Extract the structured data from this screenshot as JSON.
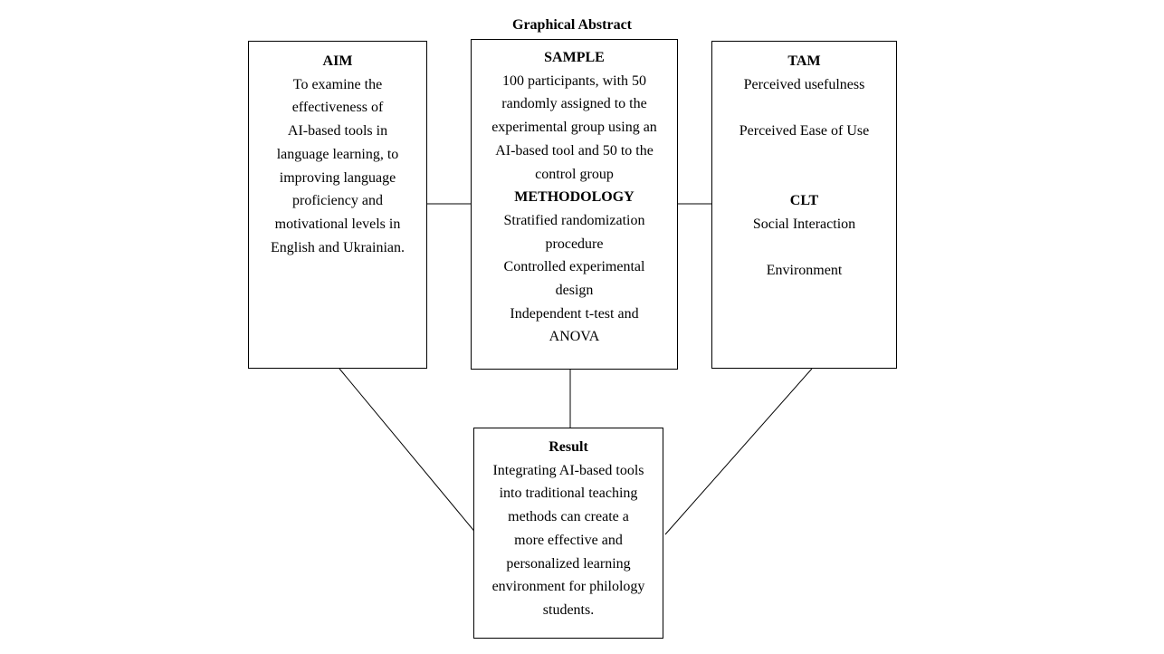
{
  "title": "Graphical Abstract",
  "aim": {
    "heading": "AIM",
    "lines": [
      "To examine the",
      "effectiveness of",
      "AI-based tools in",
      "language learning, to",
      "improving language",
      "proficiency and",
      "motivational levels in",
      "English and Ukrainian."
    ]
  },
  "sample": {
    "heading": "SAMPLE",
    "lines": [
      "100 participants, with 50",
      "randomly assigned to the",
      "experimental group using an",
      "AI-based tool and 50 to the",
      "control group"
    ]
  },
  "methodology": {
    "heading": "METHODOLOGY",
    "lines": [
      "Stratified randomization",
      "procedure",
      "Controlled experimental",
      "design",
      "Independent t-test and",
      "ANOVA"
    ]
  },
  "tam": {
    "heading": "TAM",
    "items": [
      "Perceived usefulness",
      "Perceived Ease of Use"
    ]
  },
  "clt": {
    "heading": "CLT",
    "items": [
      "Social Interaction",
      "Environment"
    ]
  },
  "result": {
    "heading": "Result",
    "lines": [
      "Integrating AI-based tools",
      "into traditional teaching",
      "methods can create a",
      "more effective and",
      "personalized learning",
      "environment for philology",
      "students."
    ]
  }
}
